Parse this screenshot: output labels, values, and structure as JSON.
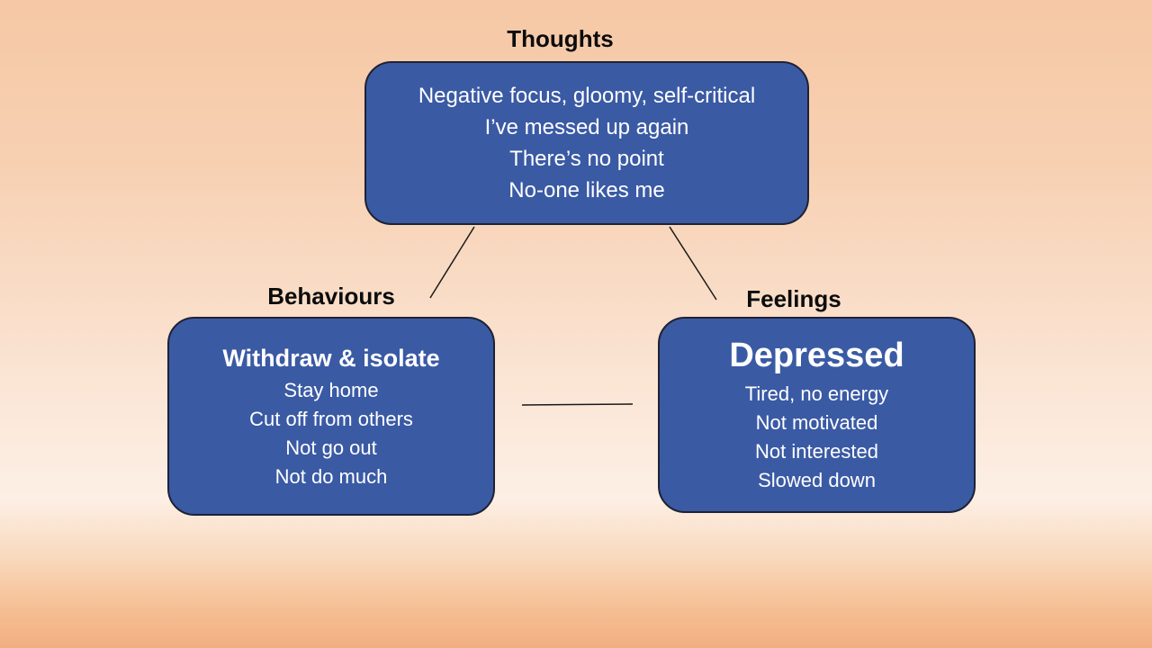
{
  "diagram": {
    "labels": {
      "thoughts": "Thoughts",
      "behaviours": "Behaviours",
      "feelings": "Feelings"
    },
    "thoughts_box": {
      "lines": [
        "Negative focus, gloomy, self-critical",
        "I’ve messed up again",
        "There’s no point",
        "No-one likes me"
      ]
    },
    "behaviours_box": {
      "heading": "Withdraw & isolate",
      "lines": [
        "Stay home",
        "Cut off from others",
        "Not go out",
        "Not do much"
      ]
    },
    "feelings_box": {
      "heading": "Depressed",
      "lines": [
        "Tired, no energy",
        "Not motivated",
        "Not interested",
        "Slowed down"
      ]
    },
    "colors": {
      "box_fill": "#3a5aa4",
      "box_border": "#1e2233",
      "box_text": "#ffffff",
      "label_text": "#0c0c0c",
      "connector_line": "#1a1a1a",
      "background_top": "#f6c8a5",
      "background_light_band": "#fdefe5",
      "background_bottom": "#f2ae81"
    }
  }
}
